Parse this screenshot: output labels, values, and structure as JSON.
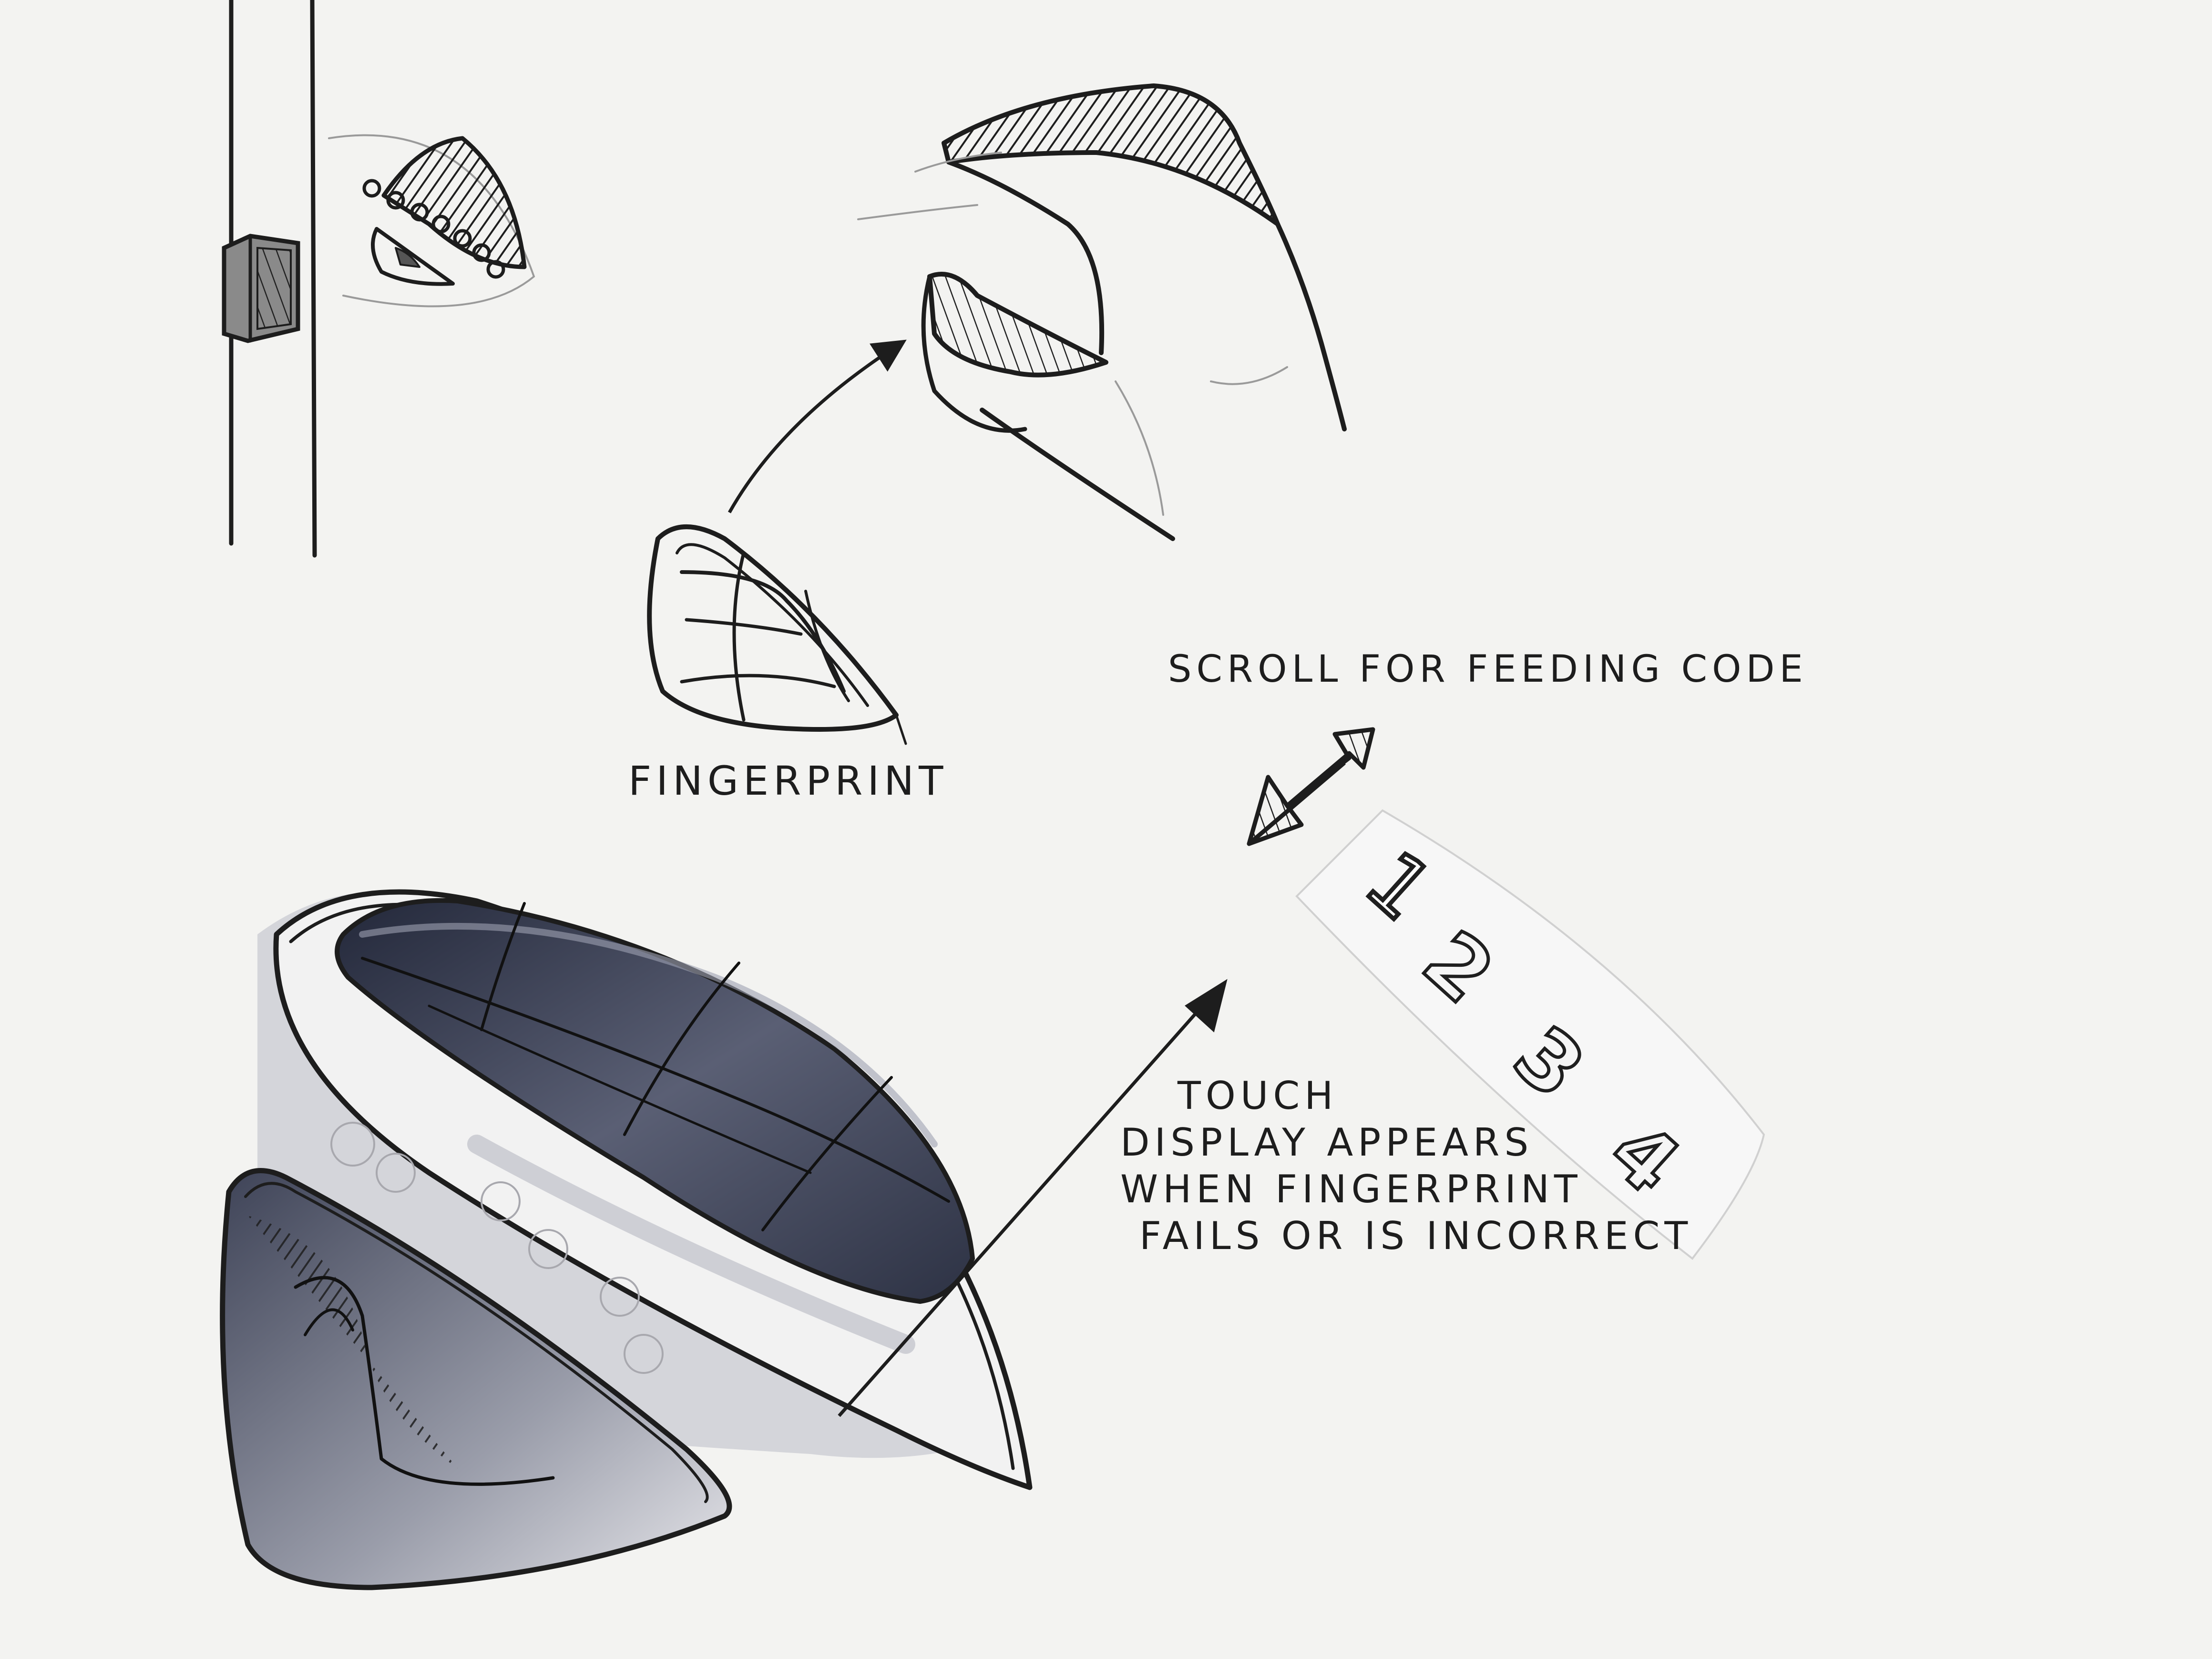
{
  "labels": {
    "fingerprint": "FINGERPRINT",
    "scroll": "SCROLL FOR FEEDING CODE",
    "touch_lines": [
      "TOUCH",
      "DISPLAY APPEARS",
      "WHEN FINGERPRINT",
      "FAILS OR IS INCORRECT"
    ]
  },
  "keypad_digits": [
    "1",
    "2",
    "3",
    "4"
  ],
  "colors": {
    "paper": "#f3f3f1",
    "ink": "#1d1d1d",
    "marker_dark": "#3a3f52",
    "marker_mid": "#7d8194",
    "marker_light": "#c9cad2"
  }
}
